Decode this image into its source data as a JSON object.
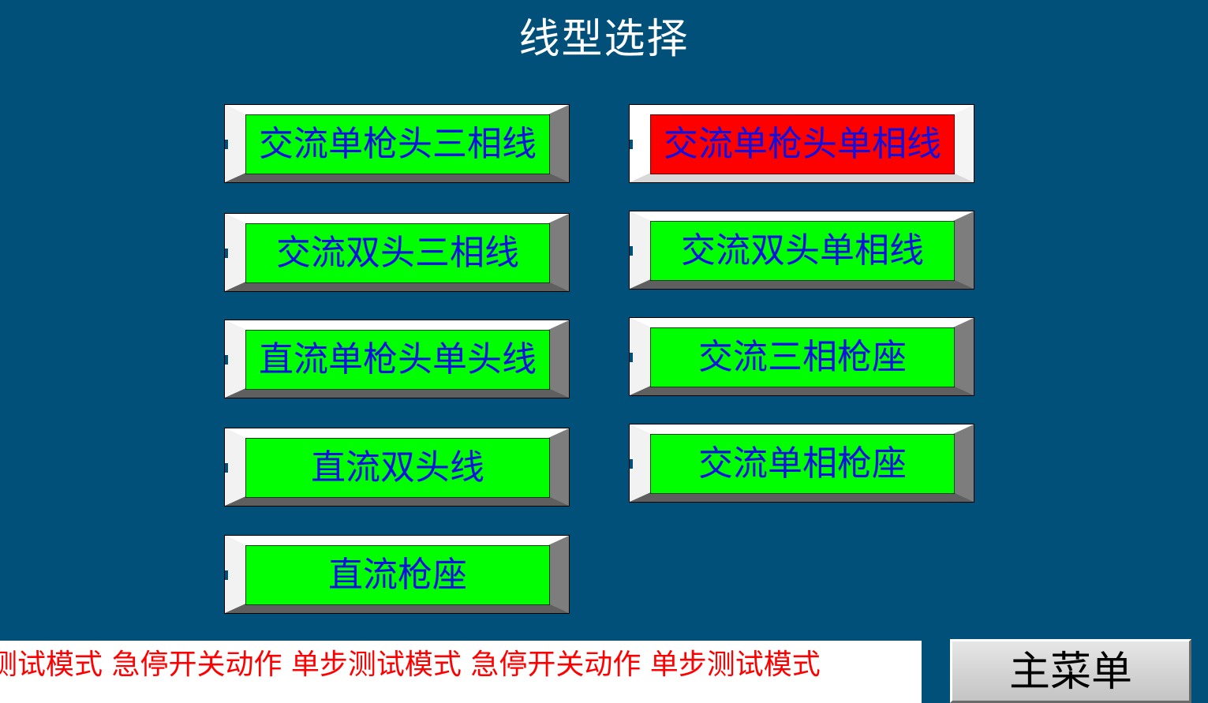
{
  "header": {
    "title": "线型选择"
  },
  "buttons": [
    {
      "label": "交流单枪头三相线",
      "state": "normal"
    },
    {
      "label": "交流单枪头单相线",
      "state": "selected"
    },
    {
      "label": "交流双头三相线",
      "state": "normal"
    },
    {
      "label": "交流双头单相线",
      "state": "normal"
    },
    {
      "label": "直流单枪头单头线",
      "state": "normal"
    },
    {
      "label": "交流三相枪座",
      "state": "normal"
    },
    {
      "label": "直流双头线",
      "state": "normal"
    },
    {
      "label": "交流单相枪座",
      "state": "normal"
    },
    {
      "label": "直流枪座",
      "state": "normal"
    }
  ],
  "status_marquee": {
    "text": "测试模式 急停开关动作 单步测试模式 急停开关动作 单步测试模式"
  },
  "footer": {
    "main_menu_label": "主菜单"
  },
  "colors": {
    "background": "#00507a",
    "button_face": "#00ff00",
    "button_face_selected": "#ff0000",
    "button_text": "#1010e0",
    "marquee_text": "#ff0000"
  }
}
